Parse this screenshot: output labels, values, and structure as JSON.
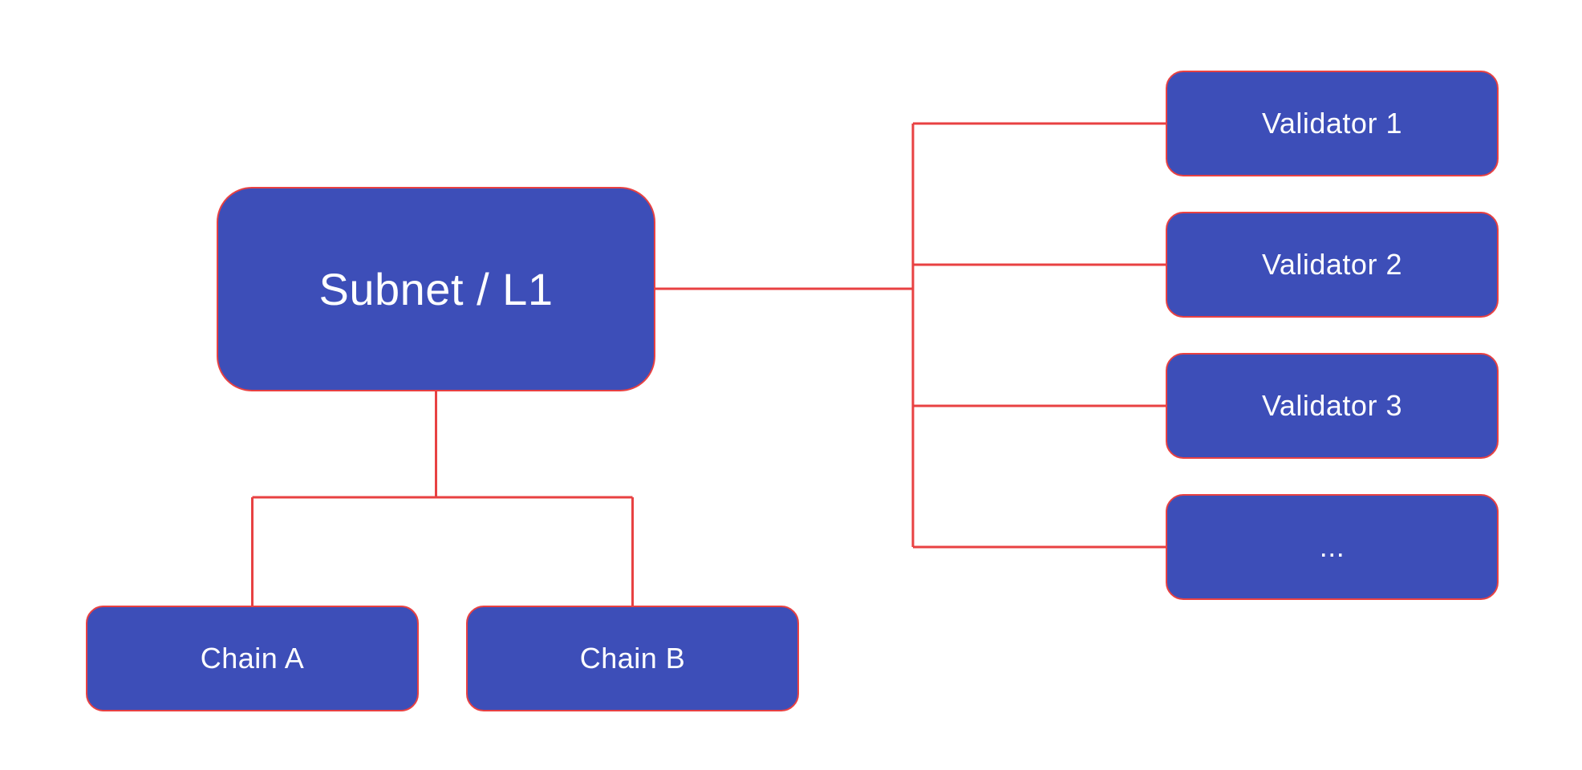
{
  "diagram": {
    "type": "hierarchy-diagram",
    "colors": {
      "box_fill": "#3d4eb8",
      "line": "#e84142",
      "text": "#ffffff",
      "background": "#ffffff"
    },
    "nodes": {
      "subnet": {
        "label": "Subnet / L1"
      },
      "validators": [
        {
          "label": "Validator 1"
        },
        {
          "label": "Validator 2"
        },
        {
          "label": "Validator 3"
        },
        {
          "label": "..."
        }
      ],
      "chains": [
        {
          "label": "Chain A"
        },
        {
          "label": "Chain B"
        }
      ]
    },
    "edges": [
      {
        "from": "subnet",
        "to": "validators"
      },
      {
        "from": "subnet",
        "to": "chains"
      }
    ]
  }
}
